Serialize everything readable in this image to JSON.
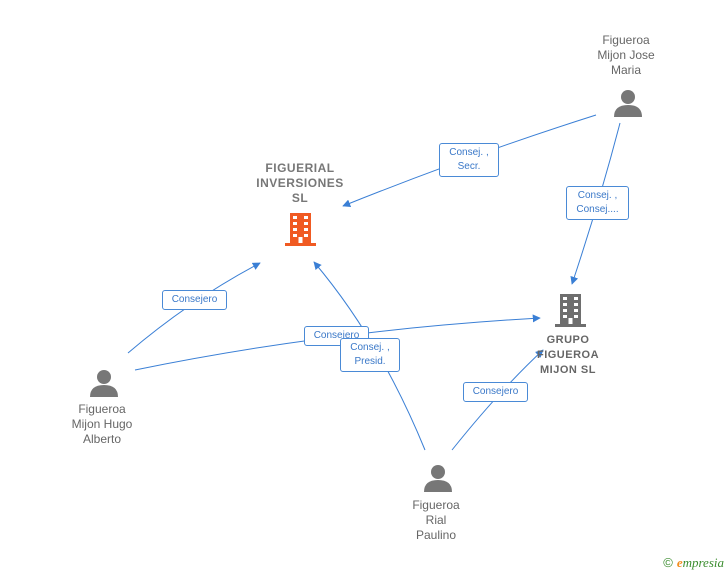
{
  "nodes": {
    "figuerial": {
      "label": "FIGUERIAL\nINVERSIONES\nSL",
      "type": "company",
      "color": "#f05a22"
    },
    "grupo": {
      "label": "GRUPO\nFIGUEROA\nMIJON  SL",
      "type": "company",
      "color": "#6e6e6e"
    },
    "jose_maria": {
      "label": "Figueroa\nMijon Jose\nMaria",
      "type": "person",
      "color": "#777777"
    },
    "hugo_alberto": {
      "label": "Figueroa\nMijon Hugo\nAlberto",
      "type": "person",
      "color": "#777777"
    },
    "rial_paulino": {
      "label": "Figueroa\nRial\nPaulino",
      "type": "person",
      "color": "#777777"
    }
  },
  "edges": {
    "jose_to_figuerial": "Consej. ,\nSecr.",
    "jose_to_grupo": "Consej. ,\nConsej....",
    "hugo_to_figuerial": "Consejero",
    "hugo_to_grupo": "Consejero",
    "paulino_to_figuerial": "Consej. ,\nPresid.",
    "paulino_to_grupo": "Consejero"
  },
  "edge_color": "#3a7fd5",
  "brand": {
    "copyright": "©",
    "name": "mpresia",
    "initial": "e"
  }
}
